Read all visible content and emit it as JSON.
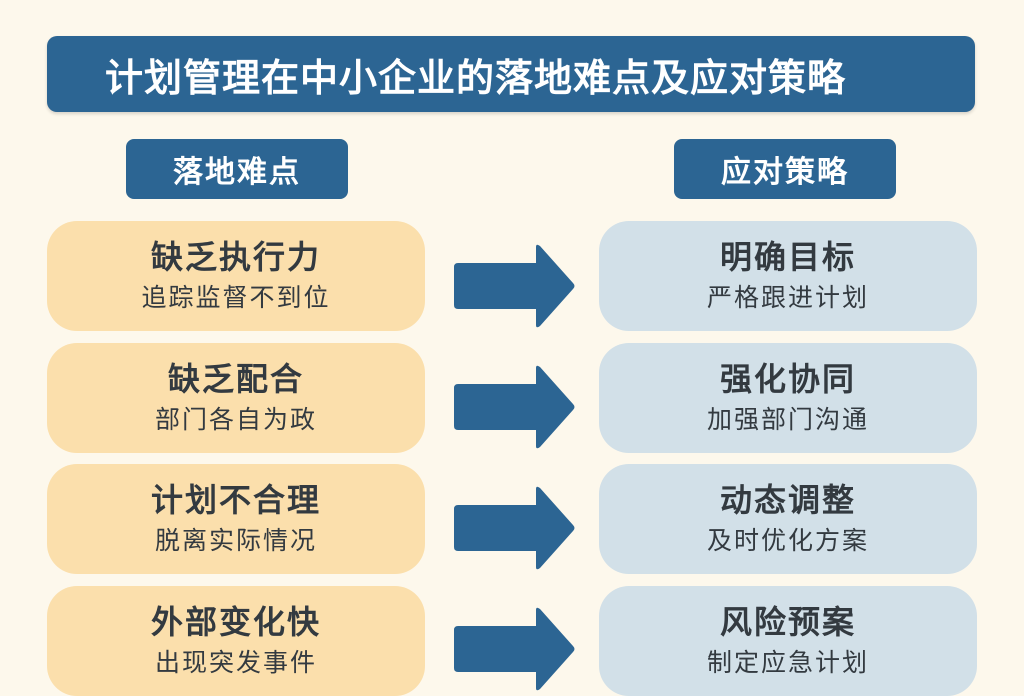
{
  "title": "计划管理在中小企业的落地难点及应对策略",
  "headers": {
    "left": "落地难点",
    "right": "应对策略"
  },
  "colors": {
    "background": "#fdf8ec",
    "header_blue": "#2c6593",
    "problem_card": "#fbdfac",
    "strategy_card": "#d2e0e8",
    "text_dark": "#333a40"
  },
  "rows": [
    {
      "problem": {
        "title": "缺乏执行力",
        "detail": "追踪监督不到位"
      },
      "strategy": {
        "title": "明确目标",
        "detail": "严格跟进计划"
      }
    },
    {
      "problem": {
        "title": "缺乏配合",
        "detail": "部门各自为政"
      },
      "strategy": {
        "title": "强化协同",
        "detail": "加强部门沟通"
      }
    },
    {
      "problem": {
        "title": "计划不合理",
        "detail": "脱离实际情况"
      },
      "strategy": {
        "title": "动态调整",
        "detail": "及时优化方案"
      }
    },
    {
      "problem": {
        "title": "外部变化快",
        "detail": "出现突发事件"
      },
      "strategy": {
        "title": "风险预案",
        "detail": "制定应急计划"
      }
    }
  ],
  "icons": {
    "arrow": "right-arrow-icon"
  }
}
